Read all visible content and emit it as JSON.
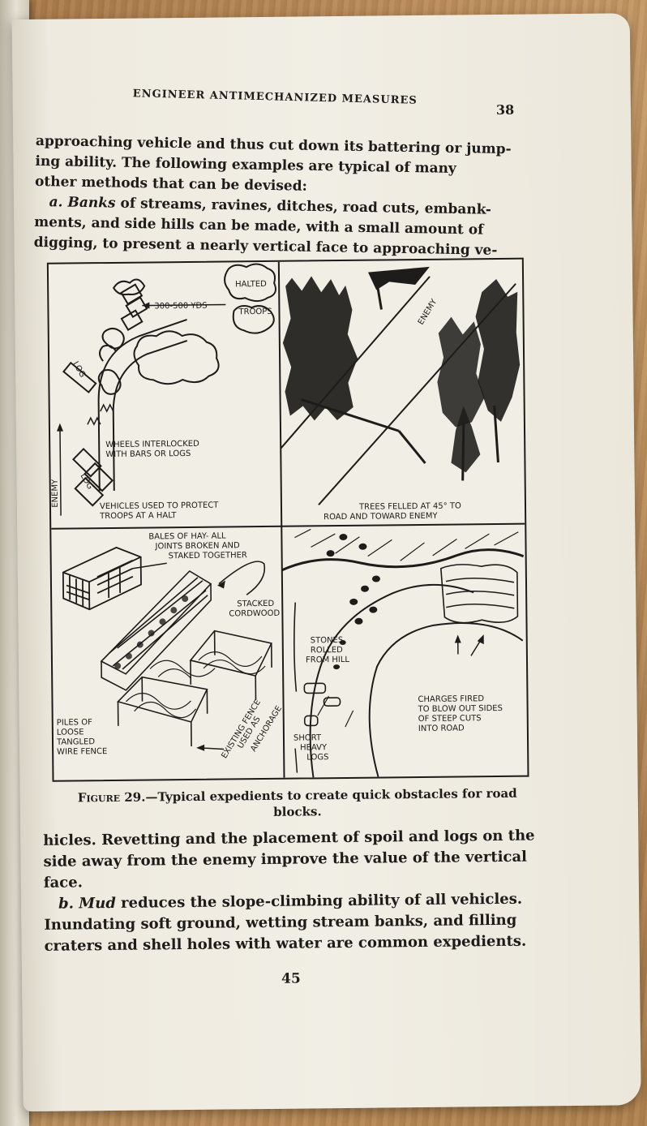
{
  "header": {
    "title": "ENGINEER ANTIMECHANIZED MEASURES",
    "page_number": "38"
  },
  "top_text": {
    "lines": [
      "approaching vehicle and thus cut down its battering or jump-",
      "ing ability. The following examples are typical of many",
      "other methods that can be devised:"
    ],
    "item_a_label": "a.",
    "item_a_term": "Banks",
    "item_a_lines": [
      " of streams, ravines, ditches, road cuts, embank-",
      "ments, and side hills can be made, with a small amount of",
      "digging, to present a nearly vertical face to approaching ve-"
    ]
  },
  "figure": {
    "panel1": {
      "halted": "HALTED",
      "troops": "TROOPS",
      "distance": "300-500 YDS",
      "log_top": "LOG",
      "log_bottom": "LOG",
      "enemy": "ENEMY",
      "wheels_line1": "WHEELS INTERLOCKED",
      "wheels_line2": "WITH BARS OR LOGS",
      "caption_line1": "VEHICLES USED TO PROTECT",
      "caption_line2": "TROOPS AT A HALT"
    },
    "panel2": {
      "enemy": "ENEMY",
      "caption_line1": "TREES FELLED AT 45° TO",
      "caption_line2": "ROAD AND TOWARD ENEMY"
    },
    "panel3": {
      "bales_line1": "BALES OF HAY- ALL",
      "bales_line2": "JOINTS BROKEN AND",
      "bales_line3": "STAKED TOGETHER",
      "stacked_line1": "STACKED",
      "stacked_line2": "CORDWOOD",
      "piles_line1": "PILES OF",
      "piles_line2": "LOOSE",
      "piles_line3": "TANGLED",
      "piles_line4": "WIRE FENCE",
      "existing_line1": "EXISTING FENCE",
      "existing_line2": "USED AS",
      "existing_line3": "ANCHORAGE"
    },
    "panel4": {
      "stones_line1": "STONES",
      "stones_line2": "ROLLED",
      "stones_line3": "FROM HILL",
      "charges_line1": "CHARGES FIRED",
      "charges_line2": "TO BLOW OUT SIDES",
      "charges_line3": "OF STEEP CUTS",
      "charges_line4": "INTO ROAD",
      "short_line1": "SHORT",
      "short_line2": "HEAVY",
      "short_line3": "LOGS"
    }
  },
  "caption": {
    "label": "Figure 29.",
    "text": "—Typical expedients to create quick obstacles for road blocks."
  },
  "bottom_text": {
    "lines": [
      "hicles. Revetting and the placement of spoil and logs on the",
      "side away from the enemy improve the value of the vertical",
      "face."
    ],
    "item_b_label": "b.",
    "item_b_term": "Mud",
    "item_b_lines": [
      " reduces the slope-climbing ability of all vehicles.",
      "Inundating soft ground, wetting stream banks, and filling",
      "craters and shell holes with water are common expedients."
    ]
  },
  "footer": {
    "page_number": "45"
  }
}
